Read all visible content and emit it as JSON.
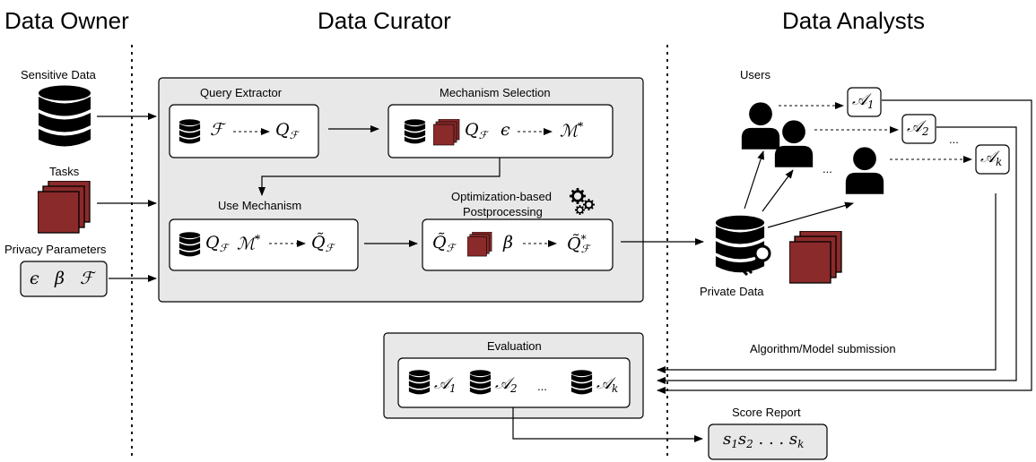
{
  "headers": {
    "owner": "Data Owner",
    "curator": "Data Curator",
    "analysts": "Data Analysts"
  },
  "owner": {
    "sensitive_data": "Sensitive Data",
    "tasks": "Tasks",
    "privacy_parameters": "Privacy Parameters",
    "params": [
      "ϵ",
      "β",
      "ℱ"
    ]
  },
  "curator": {
    "query_extractor": {
      "title": "Query Extractor",
      "input": "ℱ",
      "output_base": "Q",
      "output_sub": "ℱ"
    },
    "mechanism_selection": {
      "title": "Mechanism Selection",
      "q_base": "Q",
      "q_sub": "ℱ",
      "eps": "ϵ",
      "out_base": "ℳ",
      "out_sup": "*"
    },
    "use_mechanism": {
      "title": "Use Mechanism",
      "q_base": "Q",
      "q_sub": "ℱ",
      "m_base": "ℳ",
      "m_sup": "*",
      "out_base": "Q̃",
      "out_sub": "ℱ"
    },
    "postprocessing": {
      "title_line1": "Optimization-based",
      "title_line2": "Postprocessing",
      "in_base": "Q̃",
      "in_sub": "ℱ",
      "beta": "β",
      "out_base": "Q̃",
      "out_sub": "ℱ",
      "out_sup": "*"
    }
  },
  "analysts": {
    "users": "Users",
    "private_data": "Private Data",
    "algorithms": [
      {
        "base": "𝒜",
        "sub": "1"
      },
      {
        "base": "𝒜",
        "sub": "2"
      },
      {
        "base": "𝒜",
        "sub": "k"
      }
    ],
    "ellipsis": "...",
    "submission": "Algorithm/Model submission"
  },
  "evaluation": {
    "title": "Evaluation",
    "items": [
      {
        "base": "𝒜",
        "sub": "1"
      },
      {
        "base": "𝒜",
        "sub": "2"
      },
      {
        "base": "𝒜",
        "sub": "k"
      }
    ],
    "ellipsis": "..."
  },
  "score_report": {
    "title": "Score Report",
    "s": "s",
    "sub1": "1",
    "sub2": "2",
    "subk": "k",
    "dots": ". . ."
  },
  "colors": {
    "panel_fill": "#e8e8e8",
    "task_fill": "#8b2a2a",
    "line": "#000000"
  }
}
